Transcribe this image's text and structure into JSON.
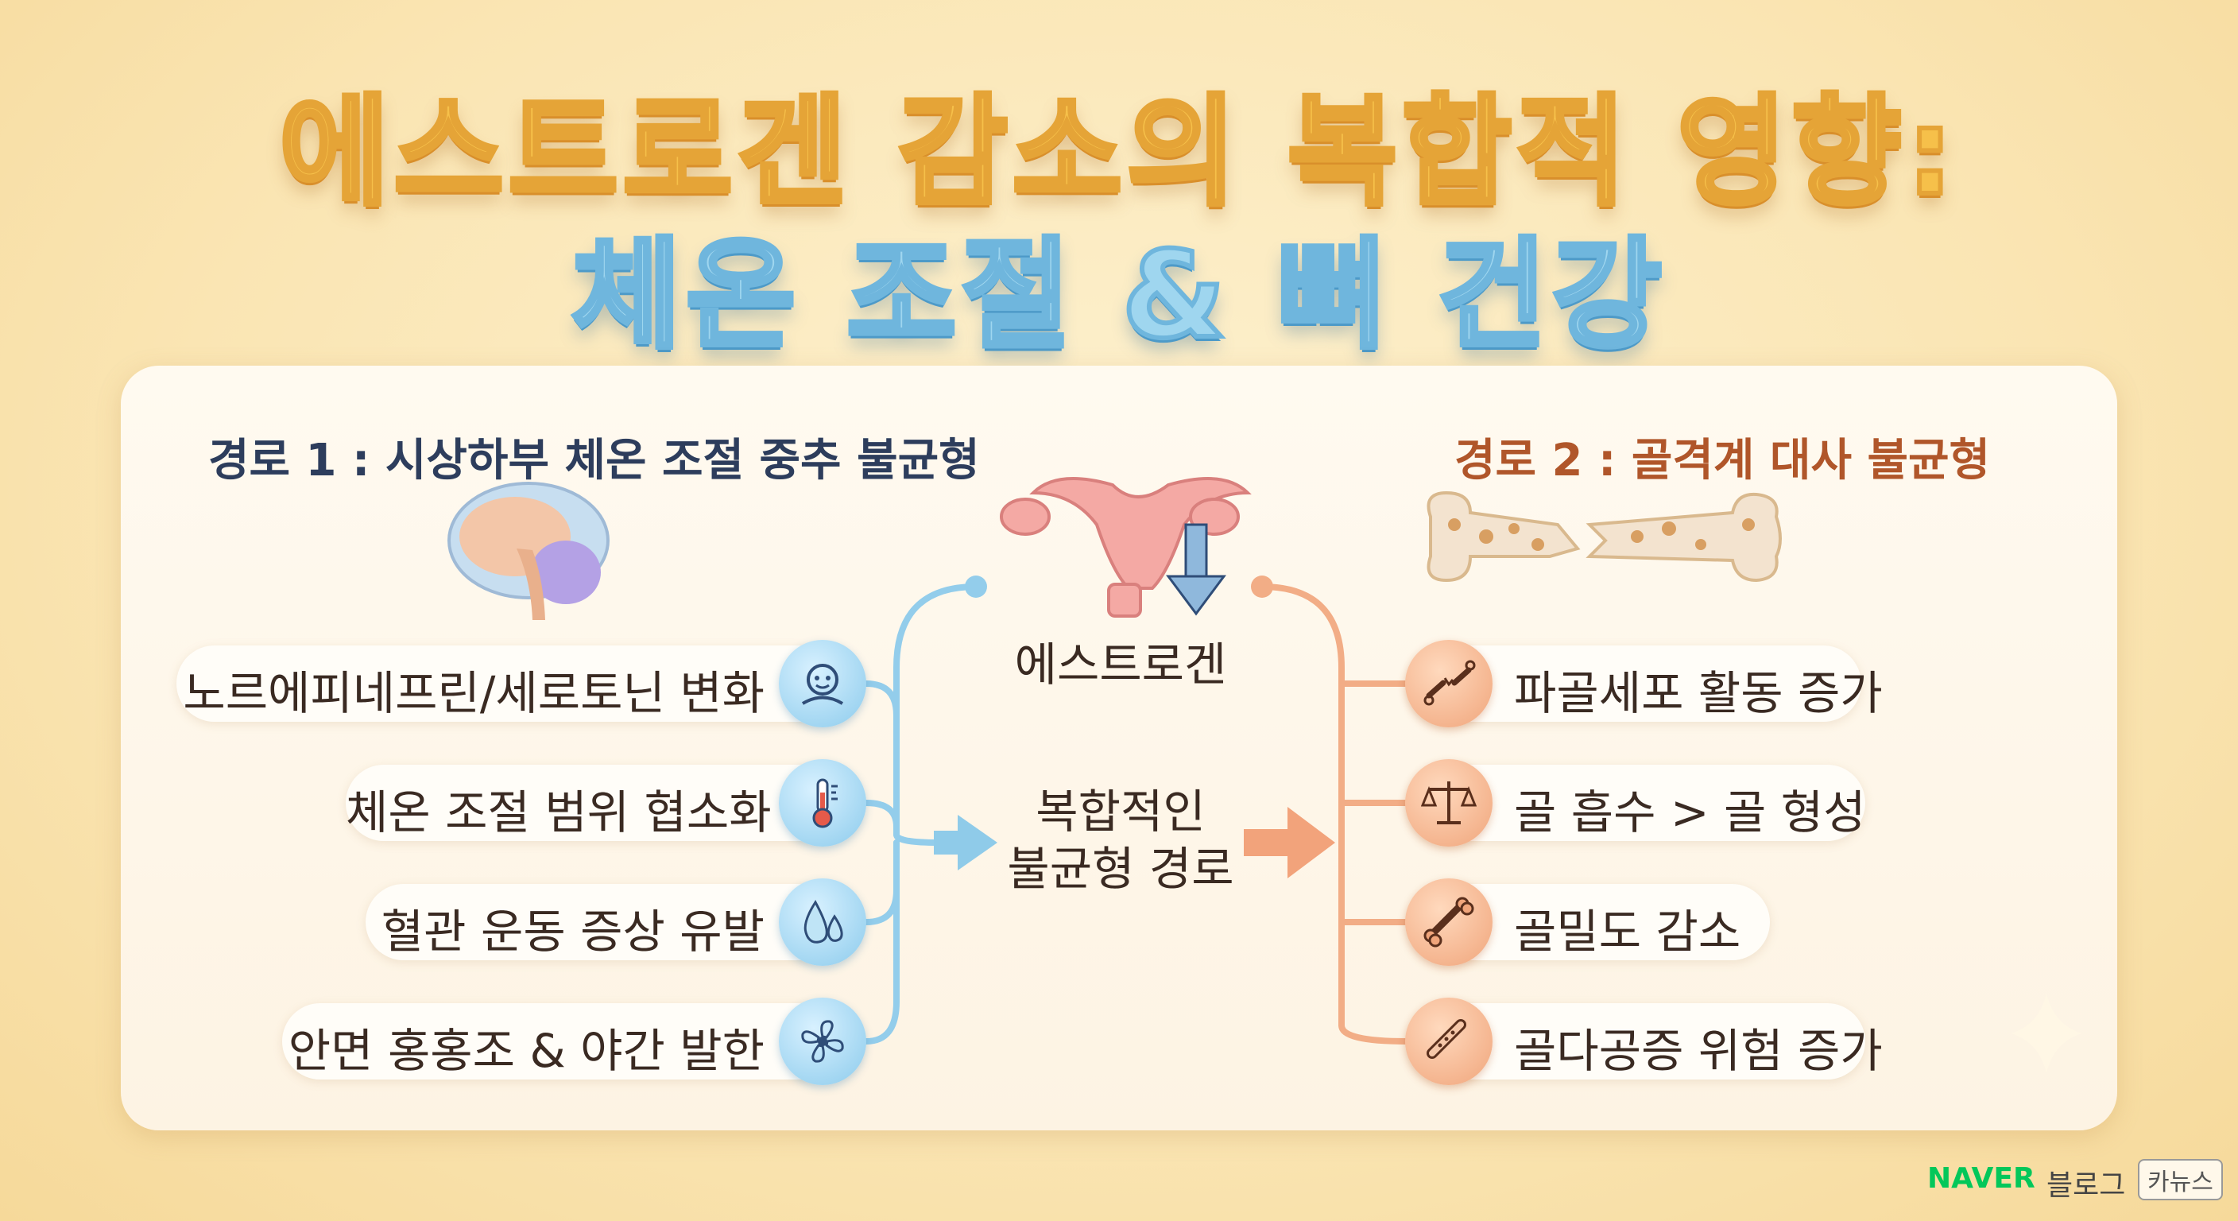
{
  "title": {
    "line1": "에스트로겐 감소의 복합적 영향:",
    "line2": "체온 조절 & 뼈 건강"
  },
  "left_path": {
    "heading": "경로 1 : 시상하부 체온 조절 중추 불균형",
    "items": [
      {
        "label": "노르에피네프린/세로토닌 변화",
        "icon": "neurotransmitter-face-icon"
      },
      {
        "label": "체온 조절 범위 협소화",
        "icon": "thermometer-icon"
      },
      {
        "label": "혈관 운동 증상 유발",
        "icon": "water-drops-icon"
      },
      {
        "label": "안면 홍홍조 & 야간 발한",
        "icon": "fan-icon"
      }
    ]
  },
  "center": {
    "hormone": "에스트로겐",
    "pathway": [
      "복합적인",
      "불균형 경로"
    ]
  },
  "right_path": {
    "heading": "경로 2 : 골격계 대사 불균형",
    "items": [
      {
        "label": "파골세포 활동 증가",
        "icon": "broken-bone-icon"
      },
      {
        "label": "골 흡수 > 골 형성",
        "icon": "balance-scale-icon"
      },
      {
        "label": "골밀도 감소",
        "icon": "bone-icon"
      },
      {
        "label": "골다공증 위험 증가",
        "icon": "porous-bone-icon"
      }
    ]
  },
  "watermark": {
    "brand": "NAVER",
    "blog": "블로그",
    "tag": "카뉴스"
  },
  "colors": {
    "left_accent": "#8ccbec",
    "right_accent": "#f0a57b",
    "title_gold": "#f6c04a",
    "title_blue": "#9fd6ef",
    "brand_green": "#03c75a"
  }
}
